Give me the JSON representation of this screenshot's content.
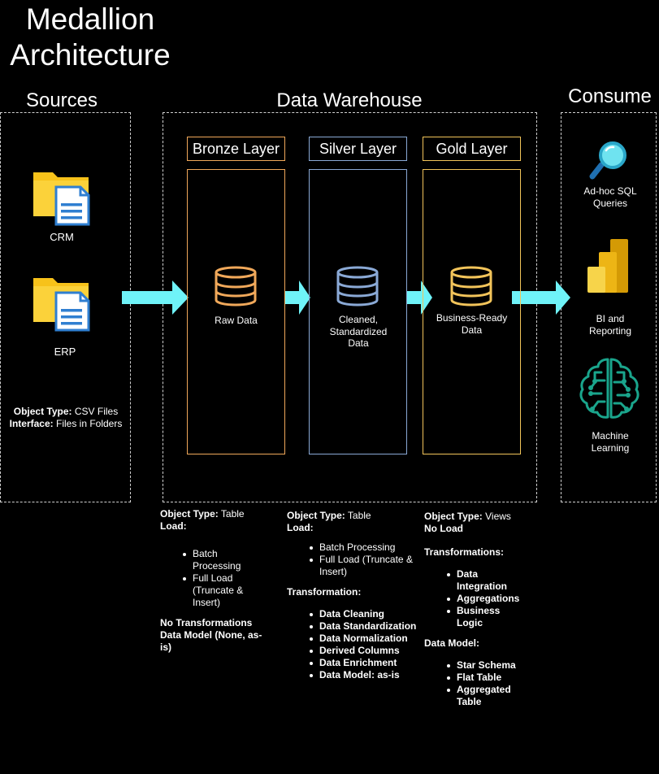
{
  "title": "Medallion Architecture",
  "sources": {
    "heading": "Sources",
    "crm_label": "CRM",
    "erp_label": "ERP",
    "object_type_key": "Object Type:",
    "object_type_val": " CSV Files",
    "interface_key": "Interface:",
    "interface_val": " Files in Folders"
  },
  "warehouse": {
    "heading": "Data Warehouse",
    "bronze": {
      "title": "Bronze Layer",
      "label": "Raw Data",
      "color": "#f0a85a"
    },
    "silver": {
      "title": "Silver Layer",
      "label": "Cleaned, Standardized Data",
      "color": "#8aa9d6"
    },
    "gold": {
      "title": "Gold Layer",
      "label": "Business-Ready Data",
      "color": "#f2c45a"
    }
  },
  "consume": {
    "heading": "Consume",
    "adhoc_label": "Ad-hoc SQL Queries",
    "bi_label": "BI and Reporting",
    "ml_label": "Machine Learning"
  },
  "bronze_notes": {
    "object_type_key": "Object Type:",
    "object_type_val": " Table",
    "load_key": "Load:",
    "load_items": [
      "Batch Processing",
      "Full Load (Truncate & Insert)"
    ],
    "no_transform": "No Transformations",
    "data_model": "Data Model (None, as-is)"
  },
  "silver_notes": {
    "object_type_key": "Object Type:",
    "object_type_val": " Table",
    "load_key": "Load:",
    "load_items": [
      "Batch Processing",
      "Full Load (Truncate & Insert)"
    ],
    "transformation_key": "Transformation:",
    "transformation_items": [
      "Data Cleaning",
      "Data Standardization",
      "Data Normalization",
      "Derived Columns",
      "Data Enrichment",
      "Data Model: as-is"
    ]
  },
  "gold_notes": {
    "object_type_key": "Object Type:",
    "object_type_val": " Views",
    "no_load": "No Load",
    "transformations_key": "Transformations:",
    "transformation_items": [
      "Data Integration",
      "Aggregations",
      "Business Logic"
    ],
    "data_model_key": "Data Model:",
    "data_model_items": [
      "Star Schema",
      "Flat Table",
      "Aggregated Table"
    ]
  },
  "colors": {
    "arrow": "#6ff3f8",
    "folder": "#f7c21a",
    "document": "#2f7fd1"
  }
}
